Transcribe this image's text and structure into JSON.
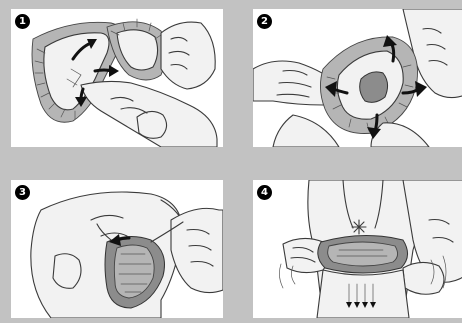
{
  "steps": [
    {
      "badge": "1",
      "illustration": "mask-frame-hand-illustration"
    },
    {
      "badge": "2",
      "illustration": "cushion-stretch-illustration"
    },
    {
      "badge": "3",
      "illustration": "mask-fitting-illustration"
    },
    {
      "badge": "4",
      "illustration": "mask-on-face-illustration"
    }
  ],
  "colors": {
    "background": "#c2c2c2",
    "panel": "#ffffff",
    "badge": "#000000",
    "badge_text": "#ffffff",
    "line": "#3a3a3a",
    "arrow": "#111111"
  }
}
